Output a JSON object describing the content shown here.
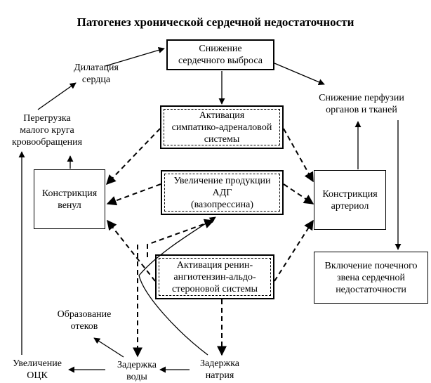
{
  "title": "Патогенез хронической сердечной недостаточности",
  "nodes": {
    "cardiac_output": [
      "Снижение",
      "сердечного выброса"
    ],
    "sympathetic": [
      "Активация",
      "симпатико-адреналовой",
      "системы"
    ],
    "adh": [
      "Увеличение продукции",
      "АДГ",
      "(вазопрессина)"
    ],
    "raas": [
      "Активация ренин-",
      "ангиотензин-альдо-",
      "стероновой системы"
    ],
    "venule": [
      "Констрикция",
      "венул"
    ],
    "arteriole": [
      "Констрикция",
      "артериол"
    ],
    "renal": [
      "Включение почечного",
      "звена сердечной",
      "недостаточности"
    ],
    "perfusion": [
      "Снижение перфузии",
      "органов и тканей"
    ],
    "dilation": [
      "Дилатация",
      "сердца"
    ],
    "overload": [
      "Перегрузка",
      "малого круга",
      "кровообращения"
    ],
    "edema": [
      "Образование",
      "отеков"
    ],
    "occ": [
      "Увеличение",
      "ОЦК"
    ],
    "water": [
      "Задержка",
      "воды"
    ],
    "sodium": [
      "Задержка",
      "натрия"
    ]
  }
}
